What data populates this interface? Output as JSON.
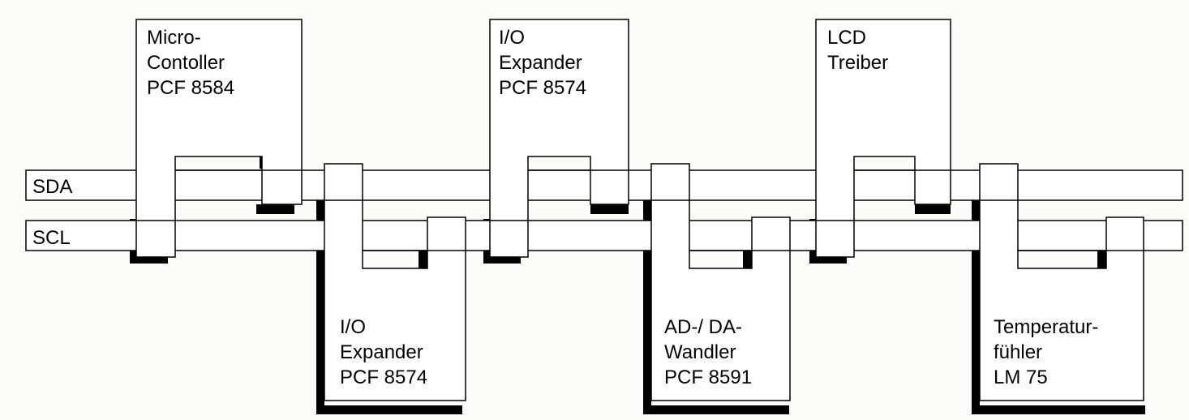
{
  "bus": {
    "sda_label": "SDA",
    "scl_label": "SCL"
  },
  "devices": {
    "microcontroller": {
      "line1": "Micro-",
      "line2": "Contoller",
      "line3": "PCF 8584"
    },
    "io_expander_1": {
      "line1": "I/O",
      "line2": "Expander",
      "line3": "PCF 8574"
    },
    "io_expander_2": {
      "line1": "I/O",
      "line2": "Expander",
      "line3": "PCF 8574"
    },
    "ad_da_converter": {
      "line1": "AD-/ DA-",
      "line2": "Wandler",
      "line3": "PCF 8591"
    },
    "lcd_driver": {
      "line1": "LCD",
      "line2": "Treiber"
    },
    "temperature_sensor": {
      "line1": "Temperatur-",
      "line2": "fühler",
      "line3": "LM 75"
    }
  },
  "colors": {
    "line": "#000000",
    "shadow": "#000000",
    "fill": "#ffffff",
    "background": "#fbfbf9"
  }
}
